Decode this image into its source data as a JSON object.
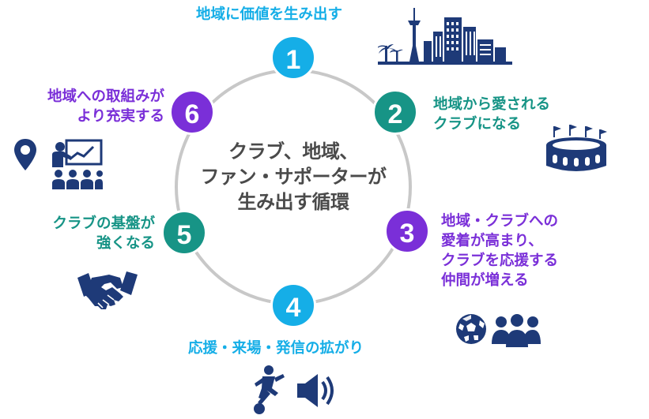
{
  "diagram": {
    "center_lines": [
      "クラブ、地域、",
      "ファン・サポーターが",
      "生み出す循環"
    ],
    "steps": [
      {
        "number": "1",
        "lines": [
          "地域に価値を生み出す"
        ],
        "color": "#15aee7",
        "icon": "city-skyline-icon"
      },
      {
        "number": "2",
        "lines": [
          "地域から愛される",
          "クラブになる"
        ],
        "color": "#179486",
        "icon": "stadium-icon"
      },
      {
        "number": "3",
        "lines": [
          "地域・クラブへの",
          "愛着が高まり、",
          "クラブを応援する",
          "仲間が増える"
        ],
        "color": "#7a2fd8",
        "icon": "supporters-icon"
      },
      {
        "number": "4",
        "lines": [
          "応援・来場・発信の拡がり"
        ],
        "color": "#15aee7",
        "icon": "soccer-player-megaphone-icon"
      },
      {
        "number": "5",
        "lines": [
          "クラブの基盤が",
          "強くなる"
        ],
        "color": "#179486",
        "icon": "handshake-icon"
      },
      {
        "number": "6",
        "lines": [
          "地域への取組みが",
          "より充実する"
        ],
        "color": "#7a2fd8",
        "icon": "community-presentation-icon"
      }
    ],
    "colors": {
      "ring": "#c8c8c8",
      "icon": "#1e3a78",
      "center_text": "#4a4a4a"
    }
  }
}
